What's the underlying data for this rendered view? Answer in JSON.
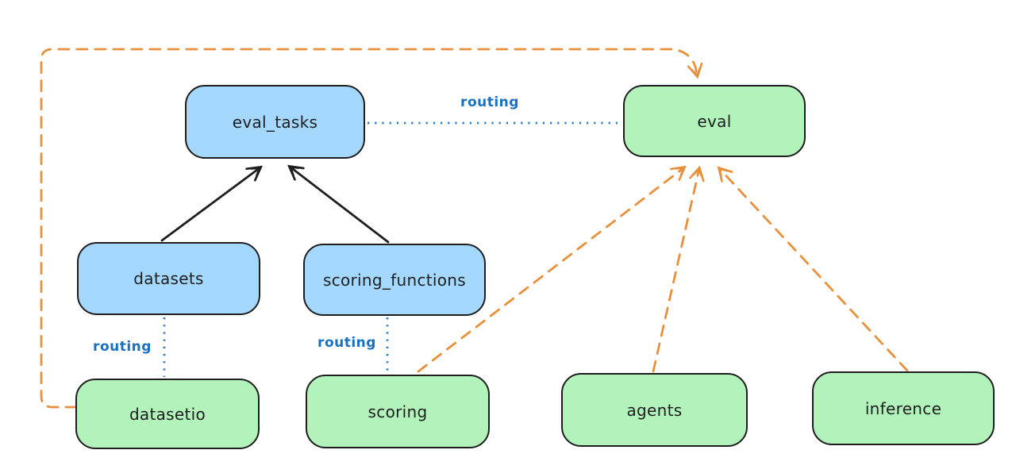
{
  "nodes": {
    "eval_tasks": {
      "label": "eval_tasks",
      "kind": "api"
    },
    "eval": {
      "label": "eval",
      "kind": "provider"
    },
    "datasets": {
      "label": "datasets",
      "kind": "api"
    },
    "scoring_functions": {
      "label": "scoring_functions",
      "kind": "api"
    },
    "datasetio": {
      "label": "datasetio",
      "kind": "provider"
    },
    "scoring": {
      "label": "scoring",
      "kind": "provider"
    },
    "agents": {
      "label": "agents",
      "kind": "provider"
    },
    "inference": {
      "label": "inference",
      "kind": "provider"
    }
  },
  "edges": {
    "routing_eval_tasks_eval": {
      "label": "routing",
      "style": "blue-dotted"
    },
    "routing_datasets_datasetio": {
      "label": "routing",
      "style": "blue-dotted"
    },
    "routing_scoring_functions_scoring": {
      "label": "routing",
      "style": "blue-dotted"
    },
    "datasets_to_eval_tasks": {
      "style": "black-solid-arrow"
    },
    "scoring_functions_to_eval_tasks": {
      "style": "black-solid-arrow"
    },
    "datasetio_to_eval": {
      "style": "orange-dashed-arrow"
    },
    "scoring_to_eval": {
      "style": "orange-dashed-arrow"
    },
    "agents_to_eval": {
      "style": "orange-dashed-arrow"
    },
    "inference_to_eval": {
      "style": "orange-dashed-arrow"
    }
  },
  "colors": {
    "blue_fill": "#a5d8ff",
    "green_fill": "#b2f2bb",
    "stroke": "#1e1e1e",
    "orange": "#e8913c",
    "routing_blue": "#1971c2",
    "bg": "#ffffff"
  }
}
